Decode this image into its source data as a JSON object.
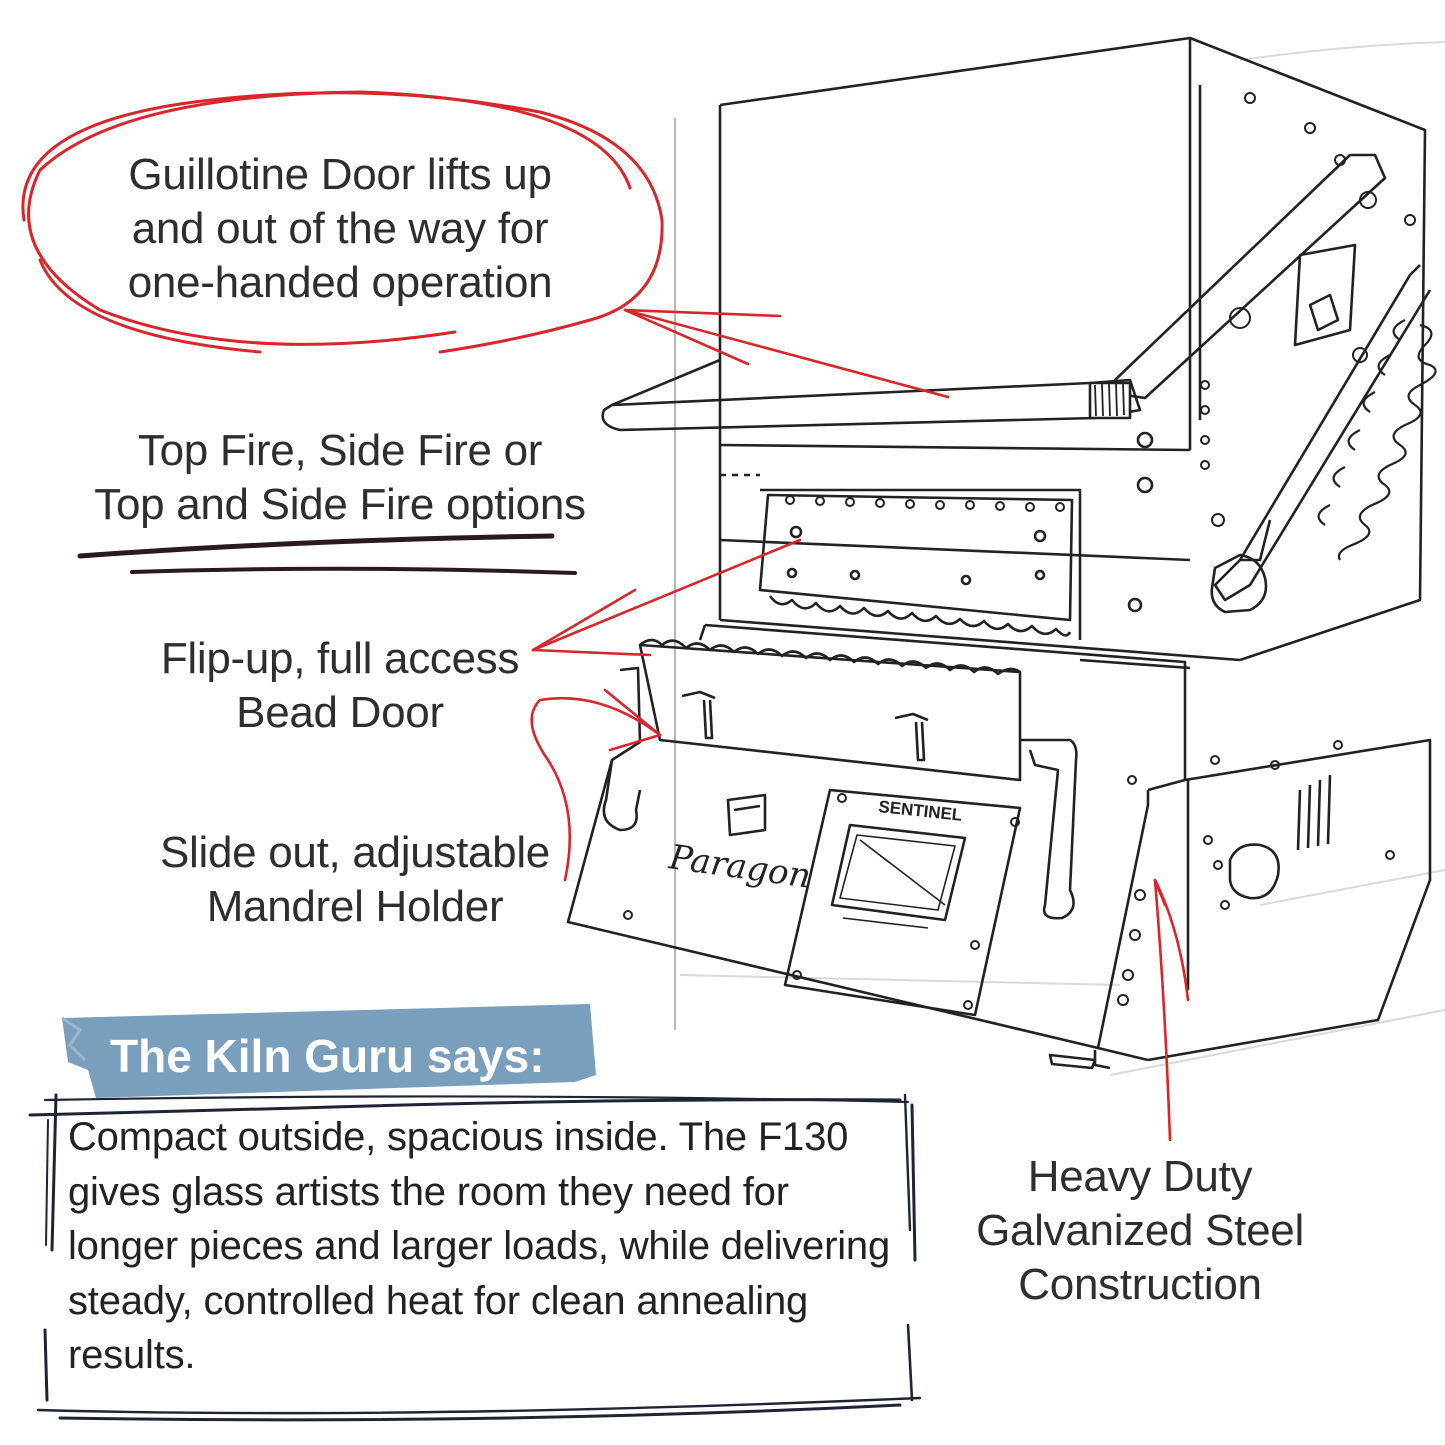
{
  "callouts": {
    "guillotine": "Guillotine Door lifts up\nand out of the way for\none-handed operation",
    "fire_options": "Top Fire, Side Fire or\nTop and Side Fire options",
    "bead_door": "Flip-up, full access\nBead Door",
    "mandrel": "Slide out, adjustable\nMandrel Holder",
    "steel": "Heavy Duty\nGalvanized Steel\nConstruction"
  },
  "guru": {
    "title": "The Kiln Guru says:",
    "body": "Compact outside, spacious inside. The F130 gives glass artists the room they need for longer pieces and larger loads, while delivering steady, controlled heat for clean annealing results."
  },
  "kiln": {
    "brand": "Paragon",
    "controller": "SENTINEL"
  },
  "colors": {
    "accent_red": "#d8262b",
    "guru_banner": "#7a9fbd",
    "sketch_line": "#222222",
    "box_line": "#1f2435"
  }
}
